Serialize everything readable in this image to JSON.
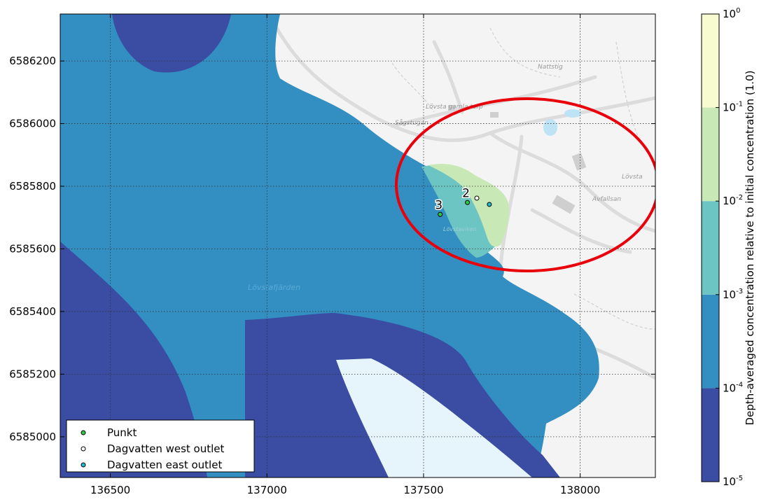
{
  "chart_data": {
    "type": "heatmap",
    "title": "",
    "xlabel": "",
    "ylabel": "",
    "xlim": [
      136340,
      138240
    ],
    "ylim": [
      6584870,
      6586350
    ],
    "x_ticks": [
      136500,
      137000,
      137500,
      138000
    ],
    "x_tick_labels": [
      "136500",
      "137000",
      "137500",
      "138000"
    ],
    "y_ticks": [
      6585000,
      6585200,
      6585400,
      6585600,
      6585800,
      6586000,
      6586200
    ],
    "y_tick_labels": [
      "6585000",
      "6585200",
      "6585400",
      "6585600",
      "6585800",
      "6586000",
      "6586200"
    ],
    "grid": true,
    "series": [
      {
        "name": "Punkt",
        "color": "#2ecc40",
        "points": [
          {
            "x": 137640,
            "y": 6585748,
            "label": "2"
          },
          {
            "x": 137553,
            "y": 6585710,
            "label": "3"
          }
        ]
      },
      {
        "name": "Dagvatten west outlet",
        "color": "#ffffff",
        "points": [
          {
            "x": 137670,
            "y": 6585762
          }
        ]
      },
      {
        "name": "Dagvatten east outlet",
        "color": "#17becf",
        "points": [
          {
            "x": 137710,
            "y": 6585742
          }
        ]
      }
    ],
    "legend": {
      "position": "lower-left",
      "entries": [
        "Punkt",
        "Dagvatten west outlet",
        "Dagvatten east outlet"
      ]
    },
    "colorbar": {
      "label": "Depth-averaged concentration relative to initial concentration (1.0)",
      "scale": "log",
      "levels": [
        {
          "range": [
            1e-05,
            0.0001
          ],
          "color": "#3a4da3"
        },
        {
          "range": [
            0.0001,
            0.001
          ],
          "color": "#338fc2"
        },
        {
          "range": [
            0.001,
            0.01
          ],
          "color": "#6cc4c3"
        },
        {
          "range": [
            0.01,
            0.1
          ],
          "color": "#c8e8b6"
        },
        {
          "range": [
            0.1,
            1
          ],
          "color": "#f7fbcf"
        }
      ],
      "tick_bases": [
        "10",
        "10",
        "10",
        "10",
        "10",
        "10"
      ],
      "tick_exponents": [
        "-5",
        "-4",
        "-3",
        "-2",
        "-1",
        "0"
      ]
    },
    "map_labels": [
      "Sågstugan",
      "Lövsta gamla torp",
      "Nattstig",
      "Lövsta",
      "Avfallsan",
      "Lövstafjärden",
      "Lövstaviken"
    ],
    "colors": {
      "land": "#f4f4f4",
      "road": "#dcdcdc",
      "highlight_ellipse": "#e8000b"
    }
  }
}
